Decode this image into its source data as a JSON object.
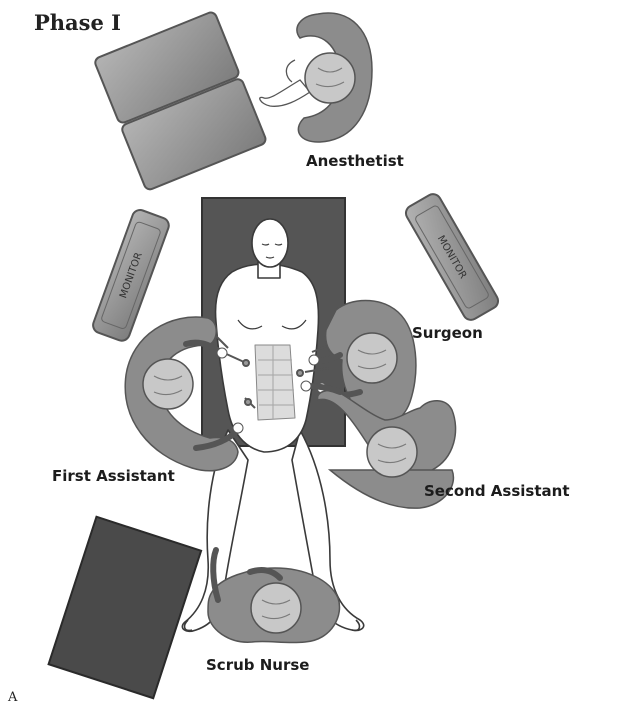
{
  "figure": {
    "phase_label": "Phase I",
    "panel_label": "A"
  },
  "labels": {
    "anesthetist": "Anesthetist",
    "surgeon": "Surgeon",
    "first_assistant": "First Assistant",
    "second_assistant": "Second Assistant",
    "scrub_nurse": "Scrub Nurse"
  },
  "equipment": {
    "monitor_left": "MONITOR",
    "monitor_right": "MONITOR"
  },
  "colors": {
    "personnel": "#8c8c8c",
    "table": "#555555",
    "equipment": "#9a9a9a",
    "tray": "#4a4a4a",
    "patient_skin": "#ffffff",
    "outline": "#3a3a3a"
  }
}
